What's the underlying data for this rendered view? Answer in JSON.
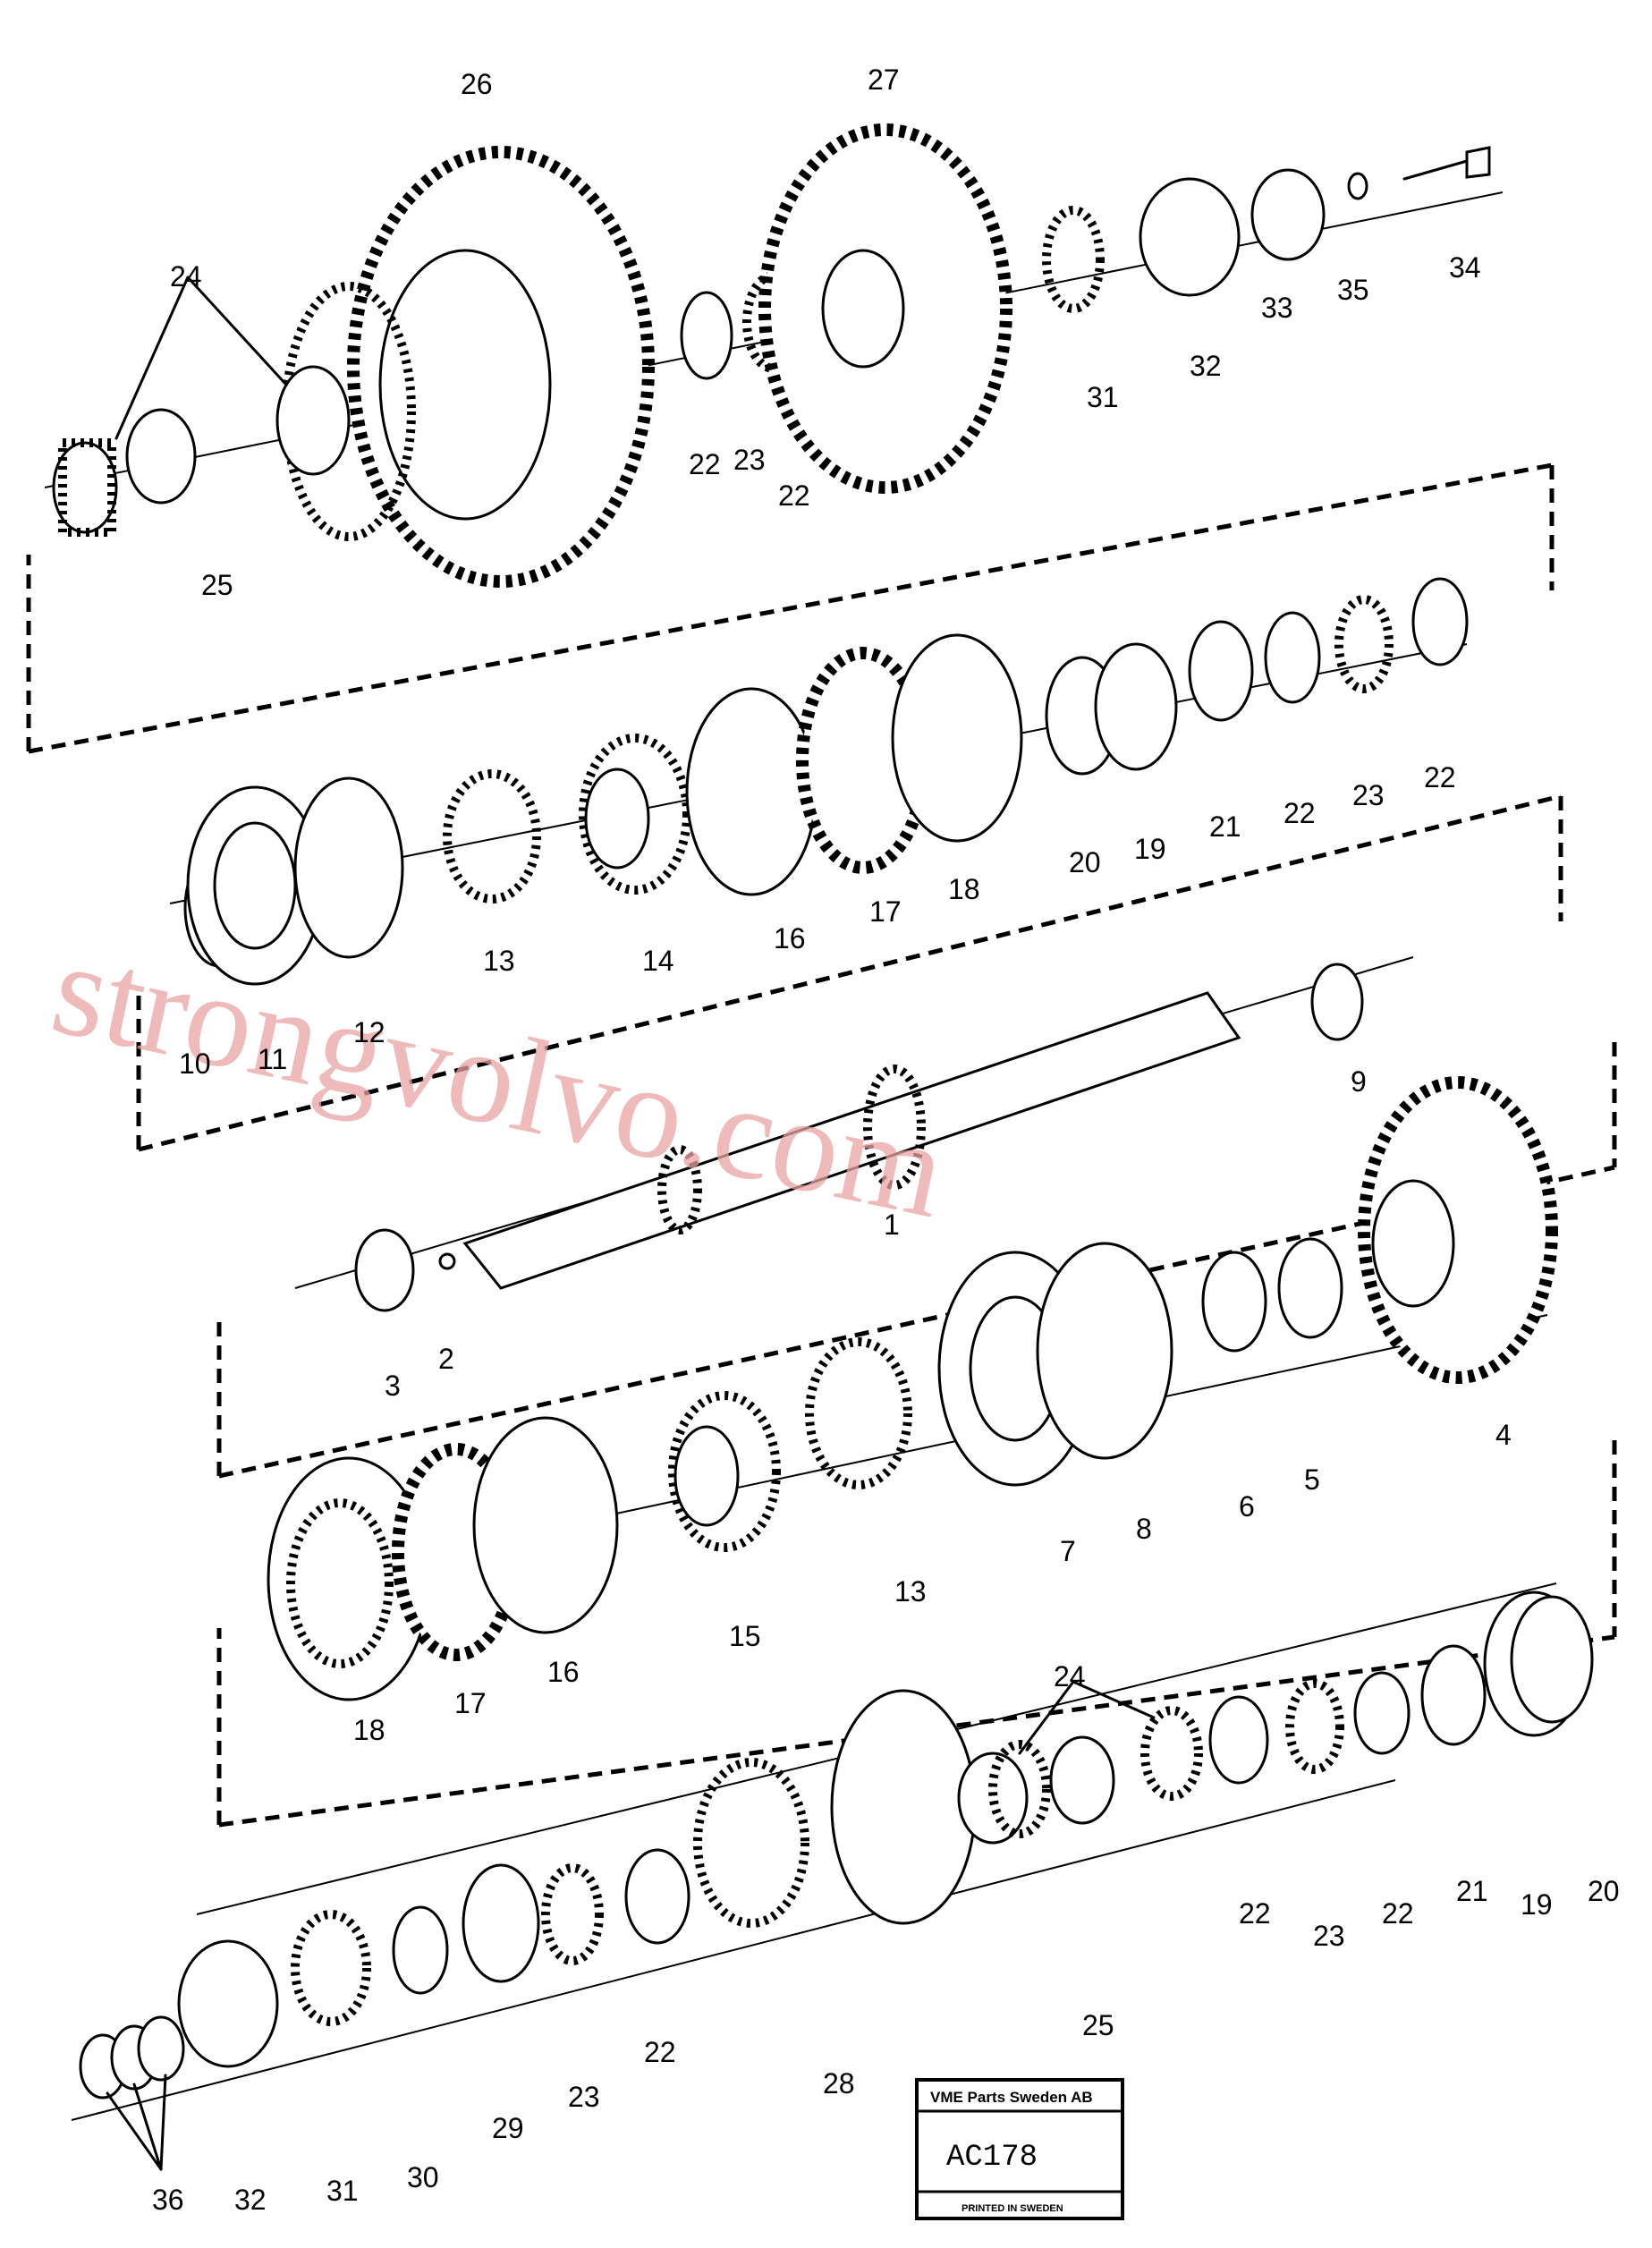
{
  "labels": {
    "top_26": "26",
    "top_27": "27",
    "top_24": "24",
    "top_25": "25",
    "top_22a": "22",
    "top_23": "23",
    "top_22b": "22",
    "top_31": "31",
    "top_32": "32",
    "top_33": "33",
    "top_35": "35",
    "top_34": "34",
    "r2_10": "10",
    "r2_11": "11",
    "r2_12": "12",
    "r2_13": "13",
    "r2_14": "14",
    "r2_16": "16",
    "r2_17": "17",
    "r2_18": "18",
    "r2_20": "20",
    "r2_19": "19",
    "r2_21": "21",
    "r2_22a": "22",
    "r2_23": "23",
    "r2_22b": "22",
    "r3_9": "9",
    "r3_1": "1",
    "r3_3": "3",
    "r3_2": "2",
    "r4_7": "7",
    "r4_8": "8",
    "r4_6": "6",
    "r4_5": "5",
    "r4_4": "4",
    "r4_13": "13",
    "r5_18": "18",
    "r5_17": "17",
    "r5_16": "16",
    "r5_15": "15",
    "r6_24": "24",
    "r6_25": "25",
    "r6_22a": "22",
    "r6_23a": "23",
    "r6_22b": "22",
    "r6_21": "21",
    "r6_19": "19",
    "r6_20": "20",
    "r7_28": "28",
    "r7_22": "22",
    "r7_23": "23",
    "r7_29": "29",
    "r7_30": "30",
    "r7_31": "31",
    "r7_32": "32",
    "r7_36": "36"
  },
  "watermark": "strongvolvo.com",
  "stamp": {
    "company": "VME Parts Sweden AB",
    "code": "AC178",
    "note": "PRINTED IN SWEDEN"
  }
}
